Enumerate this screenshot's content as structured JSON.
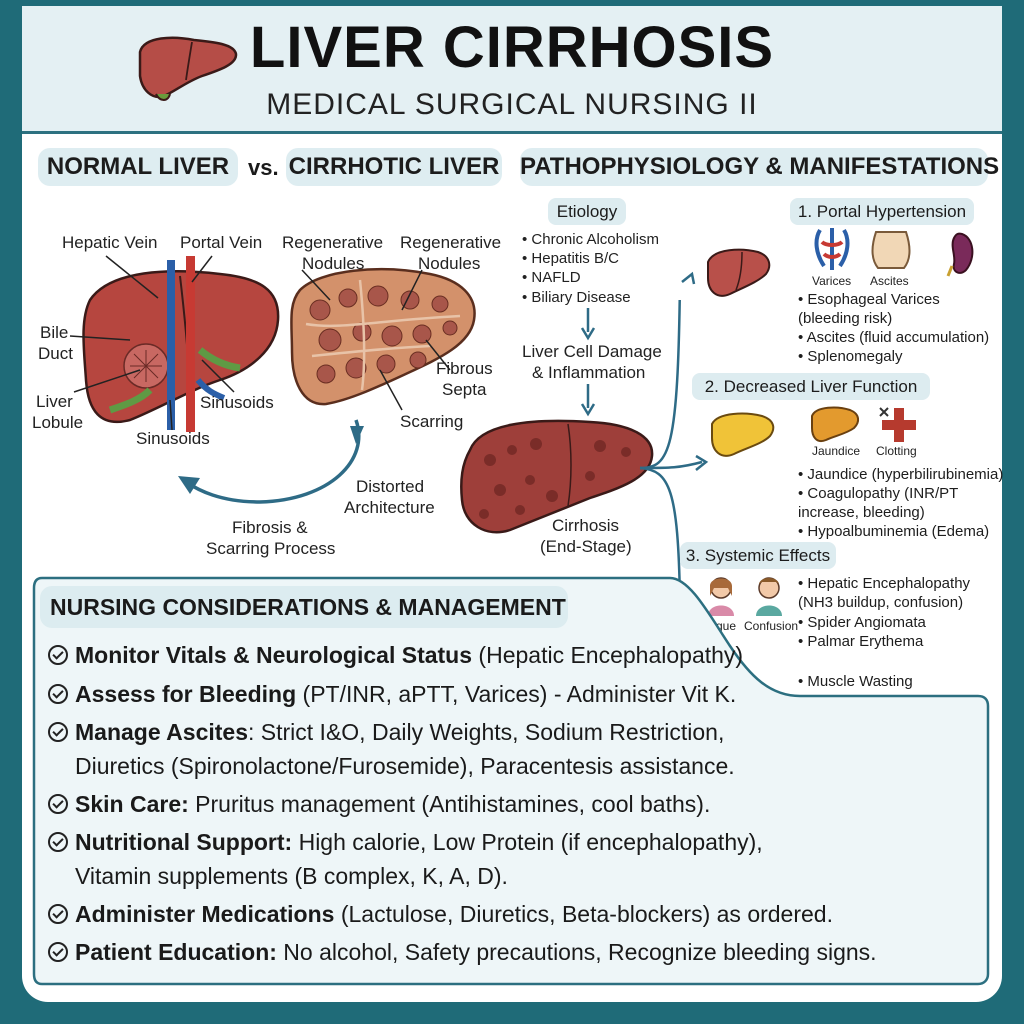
{
  "header": {
    "title": "LIVER CIRRHOSIS",
    "subtitle": "MEDICAL SURGICAL NURSING II"
  },
  "comparison": {
    "normal_title": "NORMAL LIVER",
    "vs": "vs.",
    "cirrhotic_title": "CIRRHOTIC LIVER",
    "labels": {
      "hepatic_vein": "Hepatic Vein",
      "portal_vein": "Portal Vein",
      "bile_duct_1": "Bile",
      "bile_duct_2": "Duct",
      "liver_lobule_1": "Liver",
      "liver_lobule_2": "Lobule",
      "sinusoids_right": "Sinusoids",
      "sinusoids_bottom": "Sinusoids",
      "regen_left_1": "Regenerative",
      "regen_left_2": "Nodules",
      "regen_right_1": "Regenerative",
      "regen_right_2": "Nodules",
      "fibrous_1": "Fibrous",
      "fibrous_2": "Septa",
      "scarring": "Scarring",
      "distorted_1": "Distorted",
      "distorted_2": "Architecture",
      "process_1": "Fibrosis &",
      "process_2": "Scarring Process"
    }
  },
  "patho": {
    "title": "PATHOPHYSIOLOGY & MANIFESTATIONS",
    "etiology_title": "Etiology",
    "etiology_items": [
      "• Chronic Alcoholism",
      "• Hepatitis B/C",
      "• NAFLD",
      "• Biliary Disease"
    ],
    "damage_1": "Liver Cell Damage",
    "damage_2": "& Inflammation",
    "cirrhosis_1": "Cirrhosis",
    "cirrhosis_2": "(End-Stage)",
    "portal": {
      "title": "1. Portal Hypertension",
      "icon_varices": "Varices",
      "icon_ascites": "Ascites",
      "items": [
        "• Esophageal Varices",
        "   (bleeding risk)",
        "• Ascites (fluid accumulation)",
        "• Splenomegaly"
      ]
    },
    "decreased": {
      "title": "2. Decreased Liver  Function",
      "icon_jaundice": "Jaundice",
      "icon_clotting": "Clotting",
      "items": [
        "• Jaundice (hyperbilirubinemia)",
        "• Coagulopathy (INR/PT",
        "   increase, bleeding)",
        "• Hypoalbuminemia (Edema)"
      ]
    },
    "systemic": {
      "title": "3. Systemic Effects",
      "icon_fatigue": "Fatigue",
      "icon_confusion": "Confusion",
      "items": [
        "• Hepatic Encephalopathy",
        "   (NH3 buildup, confusion)",
        "• Spider Angiomata",
        "• Palmar Erythema",
        "• Muscle Wasting"
      ]
    }
  },
  "nursing": {
    "title": "NURSING CONSIDERATIONS & MANAGEMENT",
    "items": [
      {
        "bold": "Monitor Vitals & Neurological Status",
        "text": " (Hepatic Encephalopathy)",
        "cont": ""
      },
      {
        "bold": "Assess for Bleeding",
        "text": " (PT/INR, aPTT, Varices) - Administer Vit K.",
        "cont": ""
      },
      {
        "bold": "Manage Ascites",
        "text": ": Strict I&O, Daily Weights, Sodium Restriction,",
        "cont": "Diuretics (Spironolactone/Furosemide), Paracentesis assistance."
      },
      {
        "bold": "Skin Care:",
        "text": " Pruritus management (Antihistamines, cool baths).",
        "cont": ""
      },
      {
        "bold": "Nutritional Support:",
        "text": " High calorie, Low Protein (if encephalopathy),",
        "cont": "Vitamin supplements (B complex, K, A, D)."
      },
      {
        "bold": "Administer Medications",
        "text": " (Lactulose, Diuretics, Beta-blockers) as ordered.",
        "cont": ""
      },
      {
        "bold": "Patient Education:",
        "text": " No alcohol, Safety precautions, Recognize bleeding signs.",
        "cont": ""
      }
    ]
  },
  "colors": {
    "frame": "#1f6b78",
    "header_bg": "#e4f0f3",
    "liver": "#b8504a",
    "cirrhotic": "#c98760",
    "arrow": "#2e6b86"
  }
}
